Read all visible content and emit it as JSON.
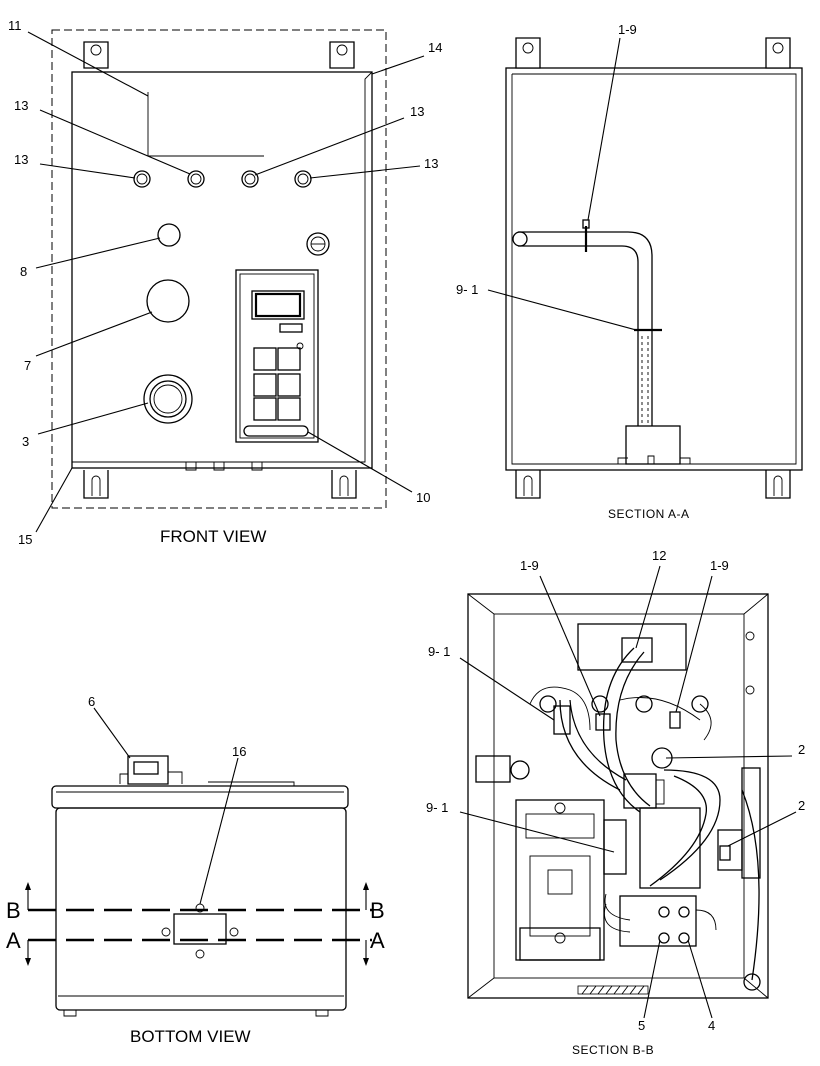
{
  "views": {
    "front": {
      "caption": "FRONT VIEW"
    },
    "section_aa": {
      "caption": "SECTION  A-A"
    },
    "bottom": {
      "caption": "BOTTOM VIEW"
    },
    "section_bb": {
      "caption": "SECTION  B-B"
    }
  },
  "callouts": {
    "front": [
      "11",
      "14",
      "13",
      "13",
      "13",
      "13",
      "8",
      "7",
      "3",
      "10",
      "15"
    ],
    "section_aa": [
      "1-9",
      "9- 1"
    ],
    "bottom": [
      "6",
      "16"
    ],
    "section_marks": [
      "B",
      "B",
      "A",
      "A"
    ],
    "section_bb": [
      "12",
      "1-9",
      "1-9",
      "9- 1",
      "2",
      "2",
      "9- 1",
      "5",
      "4"
    ]
  }
}
